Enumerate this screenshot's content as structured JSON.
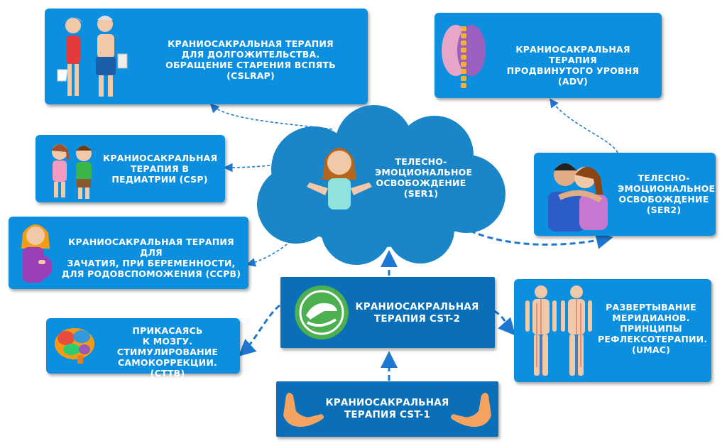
{
  "nodes": {
    "cslrap": "КРАНИОСАКРАЛЬНАЯ ТЕРАПИЯ\nДЛЯ ДОЛГОЖИТЕЛЬСТВА.\nОБРАЩЕНИЕ СТАРЕНИЯ ВСПЯТЬ (CSLRAP)",
    "adv": "КРАНИОСАКРАЛЬНАЯ ТЕРАПИЯ\nПРОДВИНУТОГО УРОВНЯ (ADV)",
    "csp": "КРАНИОСАКРАЛЬНАЯ\nТЕРАПИЯ В\nПЕДИАТРИИ (CSP)",
    "ser1": "ТЕЛЕСНО-\nЭМОЦИОНАЛЬНОЕ\nОСВОБОЖДЕНИЕ\n(SER1)",
    "ser2": "ТЕЛЕСНО-\nЭМОЦИОНАЛЬНОЕ\nОСВОБОЖДЕНИЕ\n(SER2)",
    "ccpb": "КРАНИОСАКРАЛЬНАЯ ТЕРАПИЯ ДЛЯ\nЗАЧАТИЯ, ПРИ БЕРЕМЕННОСТИ,\nДЛЯ РОДОВСПОМОЖЕНИЯ (CCPB)",
    "cst2": "КРАНИОСАКРАЛЬНАЯ\nТЕРАПИЯ CST-2",
    "umac": "РАЗВЕРТЫВАНИЕ\nМЕРИДИАНОВ.\nПРИНЦИПЫ\nРЕФЛЕКСОТЕРАПИИ.\n(UMAC)",
    "cttb": "ПРИКАСАЯСЬ\nК МОЗГУ.\nСТИМУЛИРОВАНИЕ\nСАМОКОРРЕКЦИИ. (CTTB)",
    "cst1": "КРАНИОСАКРАЛЬНАЯ\nТЕРАПИЯ CST-1"
  },
  "colors": {
    "box": "#0d8fe0",
    "box_dark": "#0b6fb8",
    "cloud": "#1a86c8",
    "arrow": "#1e78d2"
  },
  "icons": {
    "cslrap": "elderly-couple-icon",
    "adv": "brain-spine-icon",
    "csp": "children-icon",
    "ser1": "therapist-woman-icon",
    "ser2": "hugging-couple-icon",
    "ccpb": "pregnant-woman-icon",
    "cst2": "hands-logo-icon",
    "umac": "meridian-bodies-icon",
    "cttb": "brain-icon",
    "cst1": "open-hands-icon"
  }
}
